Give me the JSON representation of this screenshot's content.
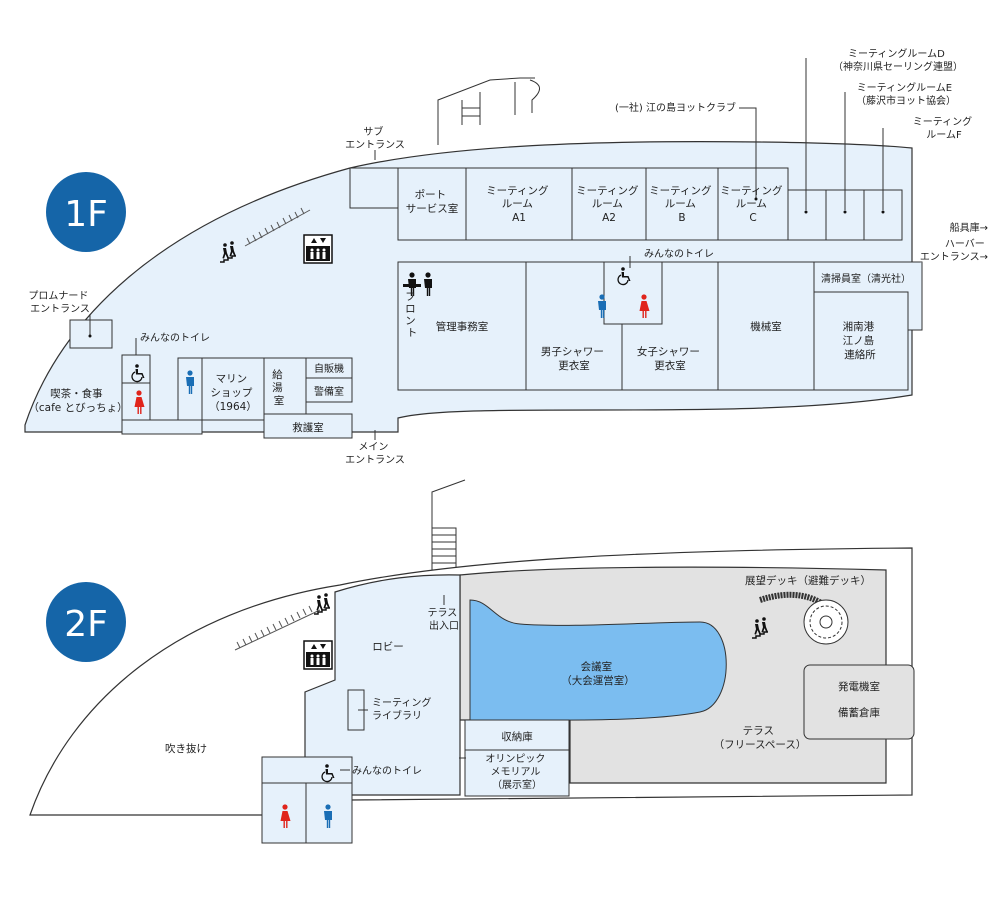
{
  "floors": [
    {
      "badge": "1F",
      "color": "#1565a8",
      "rooms": {
        "port_service": [
          "ポート",
          "サービス室"
        ],
        "meeting_a1": [
          "ミーティング",
          "ルーム",
          "A1"
        ],
        "meeting_a2": [
          "ミーティング",
          "ルーム",
          "A2"
        ],
        "meeting_b": [
          "ミーティング",
          "ルーム",
          "B"
        ],
        "meeting_c": [
          "ミーティング",
          "ルーム",
          "C"
        ],
        "management": "管理事務室",
        "front": [
          "フ",
          "ロ",
          "ン",
          "ト"
        ],
        "male_shower": [
          "男子シャワー",
          "更衣室"
        ],
        "female_shower": [
          "女子シャワー",
          "更衣室"
        ],
        "machine": "機械室",
        "cleaning": "清掃員室（清光社）",
        "shonan": [
          "湘南港",
          "江ノ島",
          "連絡所"
        ],
        "cafe": [
          "喫茶・食事",
          "（cafe とびっちょ）"
        ],
        "marine_shop": [
          "マリン",
          "ショップ",
          "（1964）"
        ],
        "kyuto": [
          "給",
          "湯",
          "室"
        ],
        "vending": "自販機",
        "guard": "警備室",
        "first_aid": "救護室"
      },
      "callouts": {
        "sub_entrance": [
          "サブ",
          "エントランス"
        ],
        "main_entrance": [
          "メイン",
          "エントランス"
        ],
        "promenade_entrance": [
          "プロムナード",
          "エントランス"
        ],
        "toilet_left": "みんなのトイレ",
        "toilet_center": "みんなのトイレ",
        "yacht_club": "(一社) 江の島ヨットクラブ",
        "meeting_d": [
          "ミーティングルームD",
          "（神奈川県セーリング連盟）"
        ],
        "meeting_e": [
          "ミーティングルームE",
          "（藤沢市ヨット協会）"
        ],
        "meeting_f": [
          "ミーティング",
          "ルームF"
        ],
        "boat_storage": "船具庫→",
        "harbor_entrance": [
          "ハーバー",
          "エントランス→"
        ]
      }
    },
    {
      "badge": "2F",
      "color": "#1565a8",
      "rooms": {
        "lobby": "ロビー",
        "terrace_door": [
          "テラス",
          "出入口"
        ],
        "conference": [
          "会議室",
          "（大会運営室）"
        ],
        "observation_deck": "展望デッキ（避難デッキ）",
        "generator": "発電機室",
        "storage_emergency": "備蓄倉庫",
        "terrace": [
          "テラス",
          "（フリースペース）"
        ],
        "storage": "収納庫",
        "olympic": [
          "オリンピック",
          "メモリアル",
          "（展示室）"
        ],
        "meeting_library": [
          "ミーティング",
          "ライブラリ"
        ],
        "atrium": "吹き抜け",
        "toilet": "みんなのトイレ"
      }
    }
  ],
  "colors": {
    "room_fill": "#e6f1fb",
    "conference_fill": "#7bbdf0",
    "terrace_fill": "#e2e2e2",
    "male_icon": "#1a6eb5",
    "female_icon": "#e0241b"
  },
  "icons": [
    "elevator-icon",
    "stairs-icon",
    "wheelchair-icon",
    "male-toilet-icon",
    "female-toilet-icon",
    "spiral-stairs-icon"
  ]
}
